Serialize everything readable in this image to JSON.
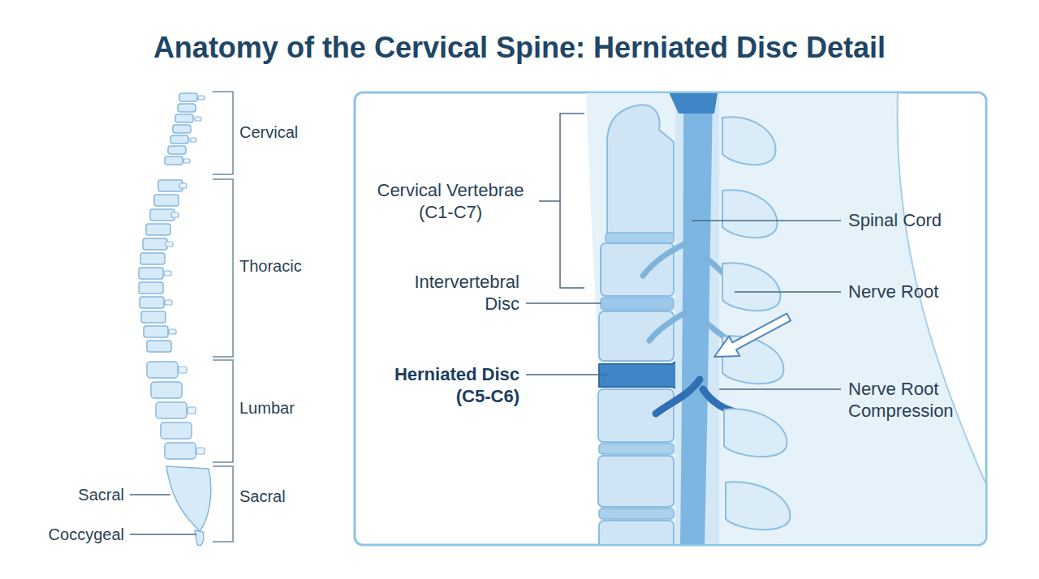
{
  "diagram": {
    "title": "Anatomy of the Cervical Spine: Herniated Disc Detail",
    "labels": [
      "Cervical",
      "Thoracic",
      "Lumbar",
      "Sacral",
      "Sacral",
      "Coccygeal",
      "Cervical Vertebrae (C1-C7)",
      "Spinal Cord",
      "Intervertebral Disc",
      "Nerve Root",
      "Herniated Disc (C5-C6)",
      "Nerve Root Compression"
    ]
  }
}
